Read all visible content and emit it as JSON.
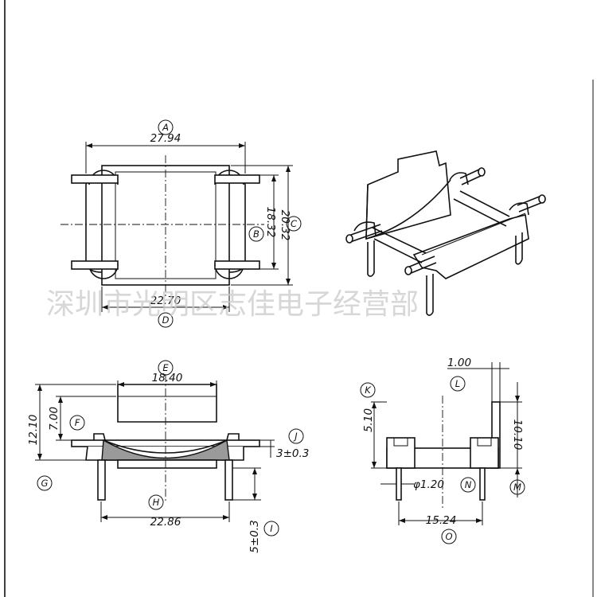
{
  "watermark": "深圳市光明区志佳电子经营部",
  "top_view": {
    "dim_a": "27.94",
    "dim_b": "18.32",
    "dim_c": "20.32",
    "dim_d": "22.70",
    "label_a": "A",
    "label_b": "B",
    "label_c": "C",
    "label_d": "D"
  },
  "front_view": {
    "dim_e": "18.40",
    "dim_f": "7.00",
    "dim_g": "12.10",
    "dim_h": "22.86",
    "dim_i": "5±0.3",
    "dim_j": "3±0.3",
    "label_e": "E",
    "label_f": "F",
    "label_g": "G",
    "label_h": "H",
    "label_i": "I",
    "label_j": "J"
  },
  "side_view": {
    "dim_k": "5.10",
    "dim_l": "1.00",
    "dim_m": "10.10",
    "dim_n": "φ1.20",
    "dim_o": "15.24",
    "label_k": "K",
    "label_l": "L",
    "label_m": "M",
    "label_n": "N",
    "label_o": "O"
  }
}
